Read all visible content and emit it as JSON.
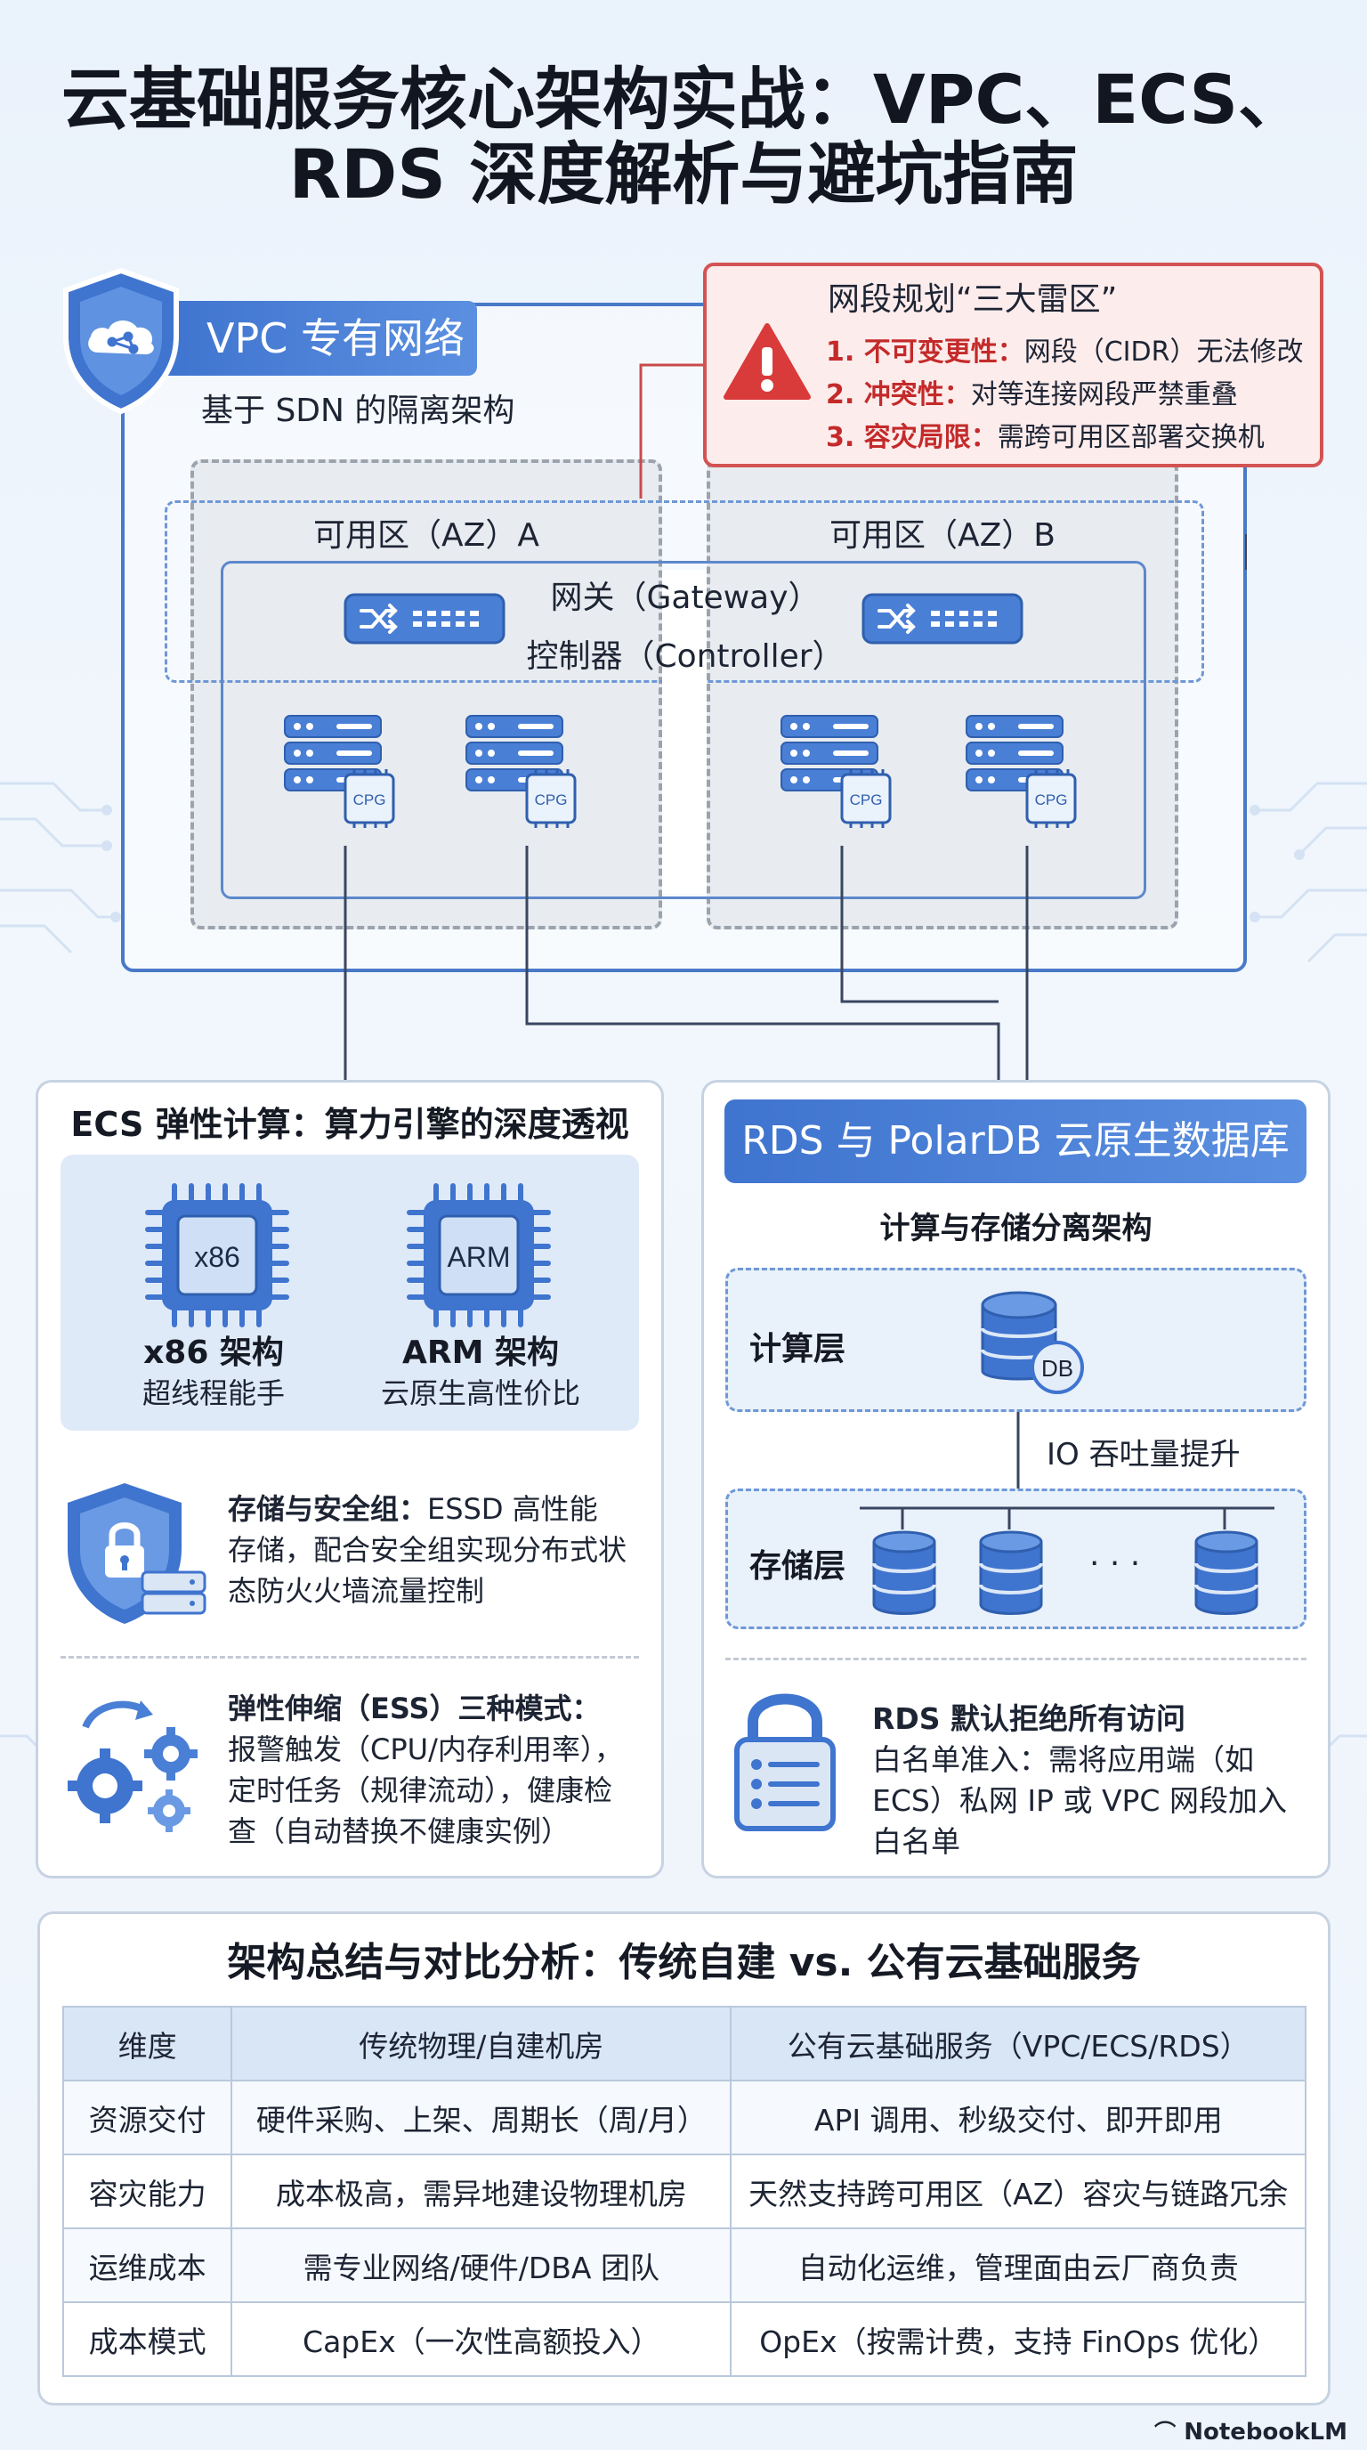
{
  "title": {
    "line1": "云基础服务核心架构实战：VPC、ECS、",
    "line2": "RDS 深度解析与避坑指南"
  },
  "vpc": {
    "banner": "VPC 专有网络",
    "subtitle": "基于 SDN 的隔离架构",
    "az_a": "可用区（AZ）A",
    "az_b": "可用区（AZ）B",
    "gateway": "网关（Gateway）",
    "controller": "控制器（Controller）",
    "chip_label": "CPG"
  },
  "alert": {
    "title": "网段规划“三大雷区”",
    "items": [
      {
        "num": "1. 不可变更性：",
        "text": "网段（CIDR）无法修改"
      },
      {
        "num": "2. 冲突性：",
        "text": "对等连接网段严禁重叠"
      },
      {
        "num": "3. 容灾局限：",
        "text": "需跨可用区部署交换机"
      }
    ]
  },
  "ecs": {
    "title": "ECS 弹性计算：算力引擎的深度透视",
    "x86_chip": "x86",
    "x86_name": "x86 架构",
    "x86_desc": "超线程能手",
    "arm_chip": "ARM",
    "arm_name": "ARM 架构",
    "arm_desc": "云原生高性价比",
    "storage_head": "存储与安全组：",
    "storage_lines": [
      "ESSD 高性能",
      "存储，配合安全组实现分布式状",
      "态防火火墙流量控制"
    ],
    "ess_head": "弹性伸缩（ESS）三种模式：",
    "ess_lines": [
      "报警触发（CPU/内存利用率），",
      "定时任务（规律流动），健康检",
      "查（自动替换不健康实例）"
    ]
  },
  "rds": {
    "banner": "RDS 与 PolarDB 云原生数据库",
    "subtitle": "计算与存储分离架构",
    "compute_layer": "计算层",
    "db_badge": "DB",
    "io_label": "IO 吞吐量提升",
    "storage_layer": "存储层",
    "ellipsis": "· · ·",
    "security_head": "RDS 默认拒绝所有访问",
    "security_lines": [
      "白名单准入：需将应用端（如",
      "ECS）私网 IP 或 VPC 网段加入",
      "白名单"
    ]
  },
  "summary": {
    "title": "架构总结与对比分析：传统自建 vs. 公有云基础服务",
    "headers": [
      "维度",
      "传统物理/自建机房",
      "公有云基础服务（VPC/ECS/RDS）"
    ],
    "rows": [
      [
        "资源交付",
        "硬件采购、上架、周期长（周/月）",
        "API 调用、秒级交付、即开即用"
      ],
      [
        "容灾能力",
        "成本极高，需异地建设物理机房",
        "天然支持跨可用区（AZ）容灾与链路冗余"
      ],
      [
        "运维成本",
        "需专业网络/硬件/DBA 团队",
        "自动化运维，管理面由云厂商负责"
      ],
      [
        "成本模式",
        "CapEx（一次性高额投入）",
        "OpEx（按需计费，支持 FinOps 优化）"
      ]
    ]
  },
  "brand": "NotebookLM",
  "colors": {
    "accent_blue": "#3f74cf",
    "alert_red": "#d35353",
    "alert_bg": "#fdecec",
    "panel_border": "#c7d3e2"
  },
  "icons": [
    "shield-cloud-icon",
    "warning-icon",
    "shuffle-icon",
    "server-rack-icon",
    "chip-icon",
    "database-icon",
    "lock-shield-icon",
    "gears-icon",
    "padlock-list-icon"
  ]
}
